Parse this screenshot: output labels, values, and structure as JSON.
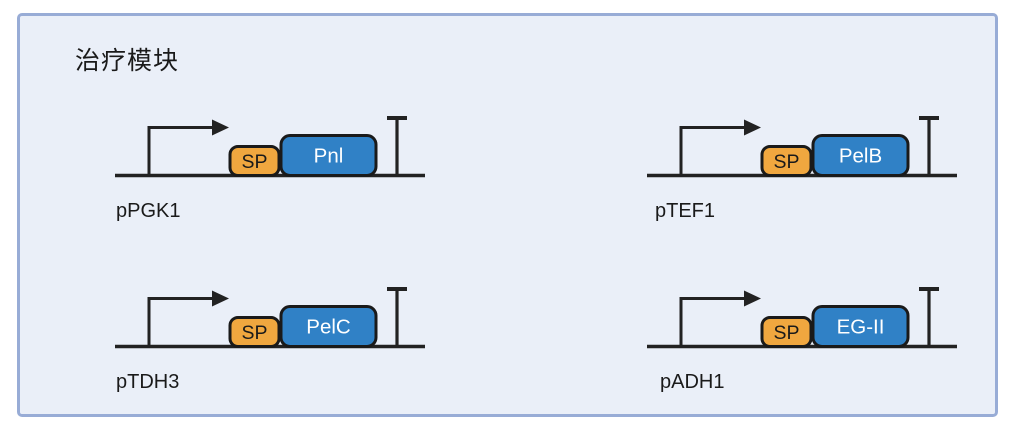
{
  "panel": {
    "title": "治疗模块",
    "background_color": "#EAEFF8",
    "border_color": "#98ACD6"
  },
  "colors": {
    "outline": "#222222",
    "signal_peptide_fill": "#F0A73F",
    "signal_peptide_text": "#1A1A1A",
    "gene_fill": "#3081C6",
    "gene_text": "#FFFFFF"
  },
  "cassettes": [
    {
      "promoter_label": "pPGK1",
      "signal_peptide_label": "SP",
      "gene_label": "Pnl"
    },
    {
      "promoter_label": "pTEF1",
      "signal_peptide_label": "SP",
      "gene_label": "PelB"
    },
    {
      "promoter_label": "pTDH3",
      "signal_peptide_label": "SP",
      "gene_label": "PelC"
    },
    {
      "promoter_label": "pADH1",
      "signal_peptide_label": "SP",
      "gene_label": "EG-II"
    }
  ]
}
